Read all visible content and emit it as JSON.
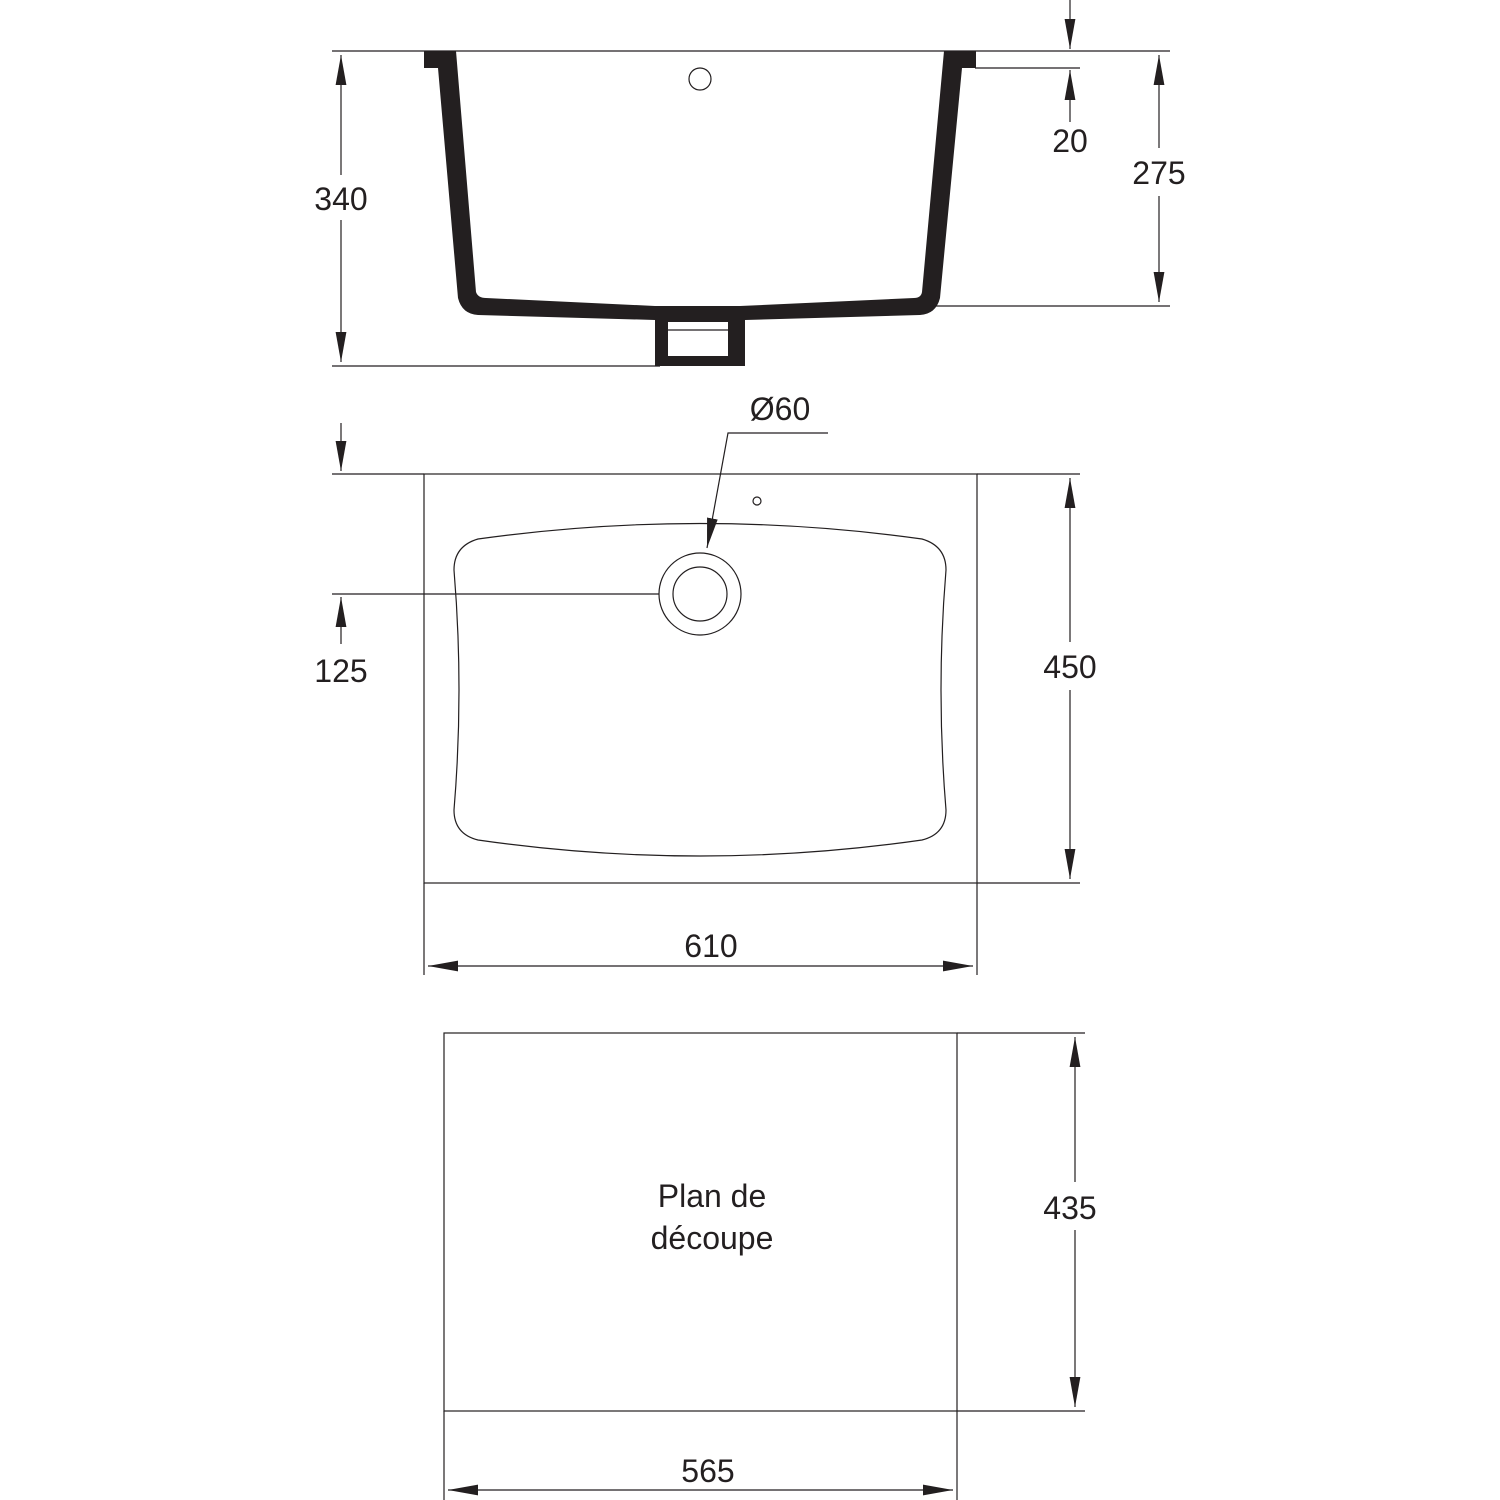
{
  "side_view": {
    "total_height": "340",
    "rim_thickness": "20",
    "bowl_depth": "275"
  },
  "top_view": {
    "drain_diameter": "Ø60",
    "drain_offset": "125",
    "depth": "450",
    "width": "610"
  },
  "cutout": {
    "label_line1": "Plan de",
    "label_line2": "découpe",
    "depth": "435",
    "width": "565"
  },
  "colors": {
    "ink": "#231f20",
    "background": "#ffffff"
  }
}
